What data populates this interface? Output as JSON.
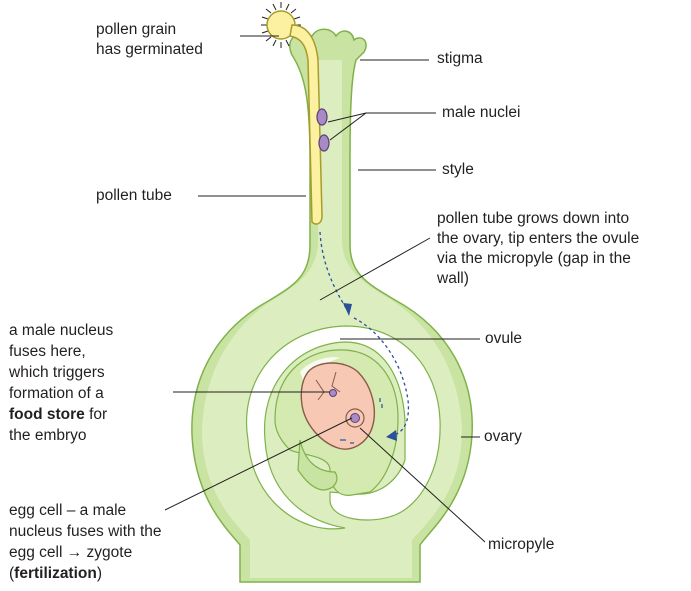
{
  "colors": {
    "tissue_fill": "#c9e3a2",
    "tissue_light": "#e4f1cc",
    "tissue_outline": "#7fb24a",
    "cavity": "#ffffff",
    "pollen_fill": "#fbf1a0",
    "pollen_outline": "#a99b2a",
    "nucleus_fill": "#a78bc4",
    "nucleus_outline": "#5d3f7a",
    "food_store_fill": "#f7c9b5",
    "food_store_outline": "#8a5a48",
    "path_arrow": "#2a4f9c",
    "leader_line": "#231f20"
  },
  "labels": {
    "pollen_grain": [
      "pollen grain",
      "has germinated"
    ],
    "stigma": "stigma",
    "male_nuclei": "male nuclei",
    "style": "style",
    "pollen_tube": "pollen tube",
    "growth_note": [
      "pollen tube grows down into",
      "the ovary, tip enters the ovule",
      "via the micropyle (gap in the",
      "wall)"
    ],
    "ovule": "ovule",
    "food_store_note": {
      "line1": "a male nucleus",
      "line2": "fuses here,",
      "line3": "which triggers",
      "line4": "formation of a",
      "line5_bold": "food store",
      "line5_rest": " for",
      "line6": "the embryo"
    },
    "ovary": "ovary",
    "egg_cell_note": {
      "line1": "egg cell – a male",
      "line2": "nucleus fuses with the",
      "line3": "egg cell → zygote",
      "line4_open": "(",
      "line4_bold": "fertilization",
      "line4_close": ")"
    },
    "micropyle": "micropyle"
  }
}
